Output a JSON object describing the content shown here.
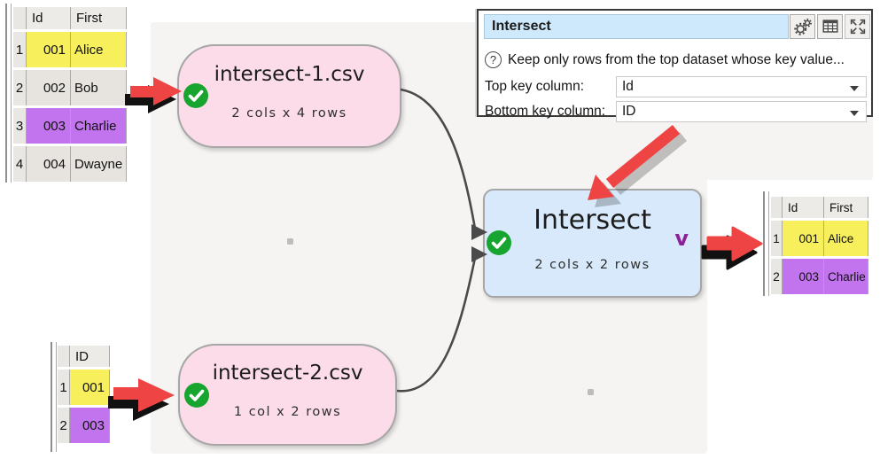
{
  "panel": {
    "title_value": "Intersect",
    "help_icon_glyph": "?",
    "help_text": "Keep only rows from the top dataset whose key value...",
    "fields": [
      {
        "label": "Top key column:",
        "value": "Id"
      },
      {
        "label": "Bottom key column:",
        "value": "ID"
      }
    ]
  },
  "nodes": {
    "input1": {
      "title": "intersect-1.csv",
      "subtitle": "2 cols x 4 rows"
    },
    "input2": {
      "title": "intersect-2.csv",
      "subtitle": "1 col x 2 rows"
    },
    "intersect": {
      "title": "Intersect",
      "subtitle": "2 cols x 2 rows",
      "dropdown_indicator": "v"
    }
  },
  "tables": {
    "input1": {
      "headers": [
        "Id",
        "First"
      ],
      "rows": [
        {
          "num": "1",
          "id": "001",
          "name": "Alice",
          "highlight": "yellow"
        },
        {
          "num": "2",
          "id": "002",
          "name": "Bob",
          "highlight": "none"
        },
        {
          "num": "3",
          "id": "003",
          "name": "Charlie",
          "highlight": "purple"
        },
        {
          "num": "4",
          "id": "004",
          "name": "Dwayne",
          "highlight": "none"
        }
      ]
    },
    "input2": {
      "headers": [
        "ID"
      ],
      "rows": [
        {
          "num": "1",
          "id": "001",
          "highlight": "yellow"
        },
        {
          "num": "2",
          "id": "003",
          "highlight": "purple"
        }
      ]
    },
    "output": {
      "headers": [
        "Id",
        "First"
      ],
      "rows": [
        {
          "num": "1",
          "id": "001",
          "name": "Alice",
          "highlight": "yellow"
        },
        {
          "num": "2",
          "id": "003",
          "name": "Charlie",
          "highlight": "purple"
        }
      ]
    }
  },
  "colors": {
    "canvas_bg": "#f5f4f2",
    "input_node_bg": "#fbdce8",
    "transform_node_bg": "#d7e9fb",
    "node_border": "#a6a6a6",
    "highlight_yellow": "#f7ef5b",
    "highlight_purple": "#c273ee",
    "cell_gray": "#e7e4e0",
    "check_green": "#17a52f",
    "dropdown_purple": "#8e1f9b",
    "edge_gray": "#4a4a4a",
    "annotation_red": "#ee4444",
    "panel_title_bg": "#cfe9fc"
  }
}
